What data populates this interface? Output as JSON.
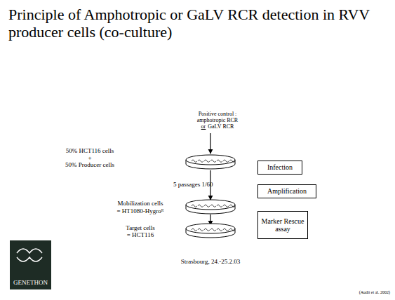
{
  "diagram": {
    "title": "Principle of Amphotropic or GaLV RCR detection in RVV producer cells (co-culture)",
    "nodes": [
      {
        "text": [
          "Infection"
        ]
      },
      {
        "text": [
          "Amplification"
        ]
      },
      {
        "text": [
          "Marker Rescue assay"
        ]
      },
      {
        "text": [
          "GENETHON"
        ]
      }
    ],
    "edges": [],
    "labels": [
      "Positive control :",
      "amphotropic RCR",
      "or",
      "GaLV RCR",
      "50% HCT116 cells",
      "+",
      "50% Producer cells",
      "5 passages 1/60",
      "Mobilization cells",
      "= HT1080-Hygroᴿ",
      "Target cells",
      "= HCT116",
      "Strasbourg, 24.-25.2.03",
      "(Audit et al. 2002)"
    ]
  }
}
